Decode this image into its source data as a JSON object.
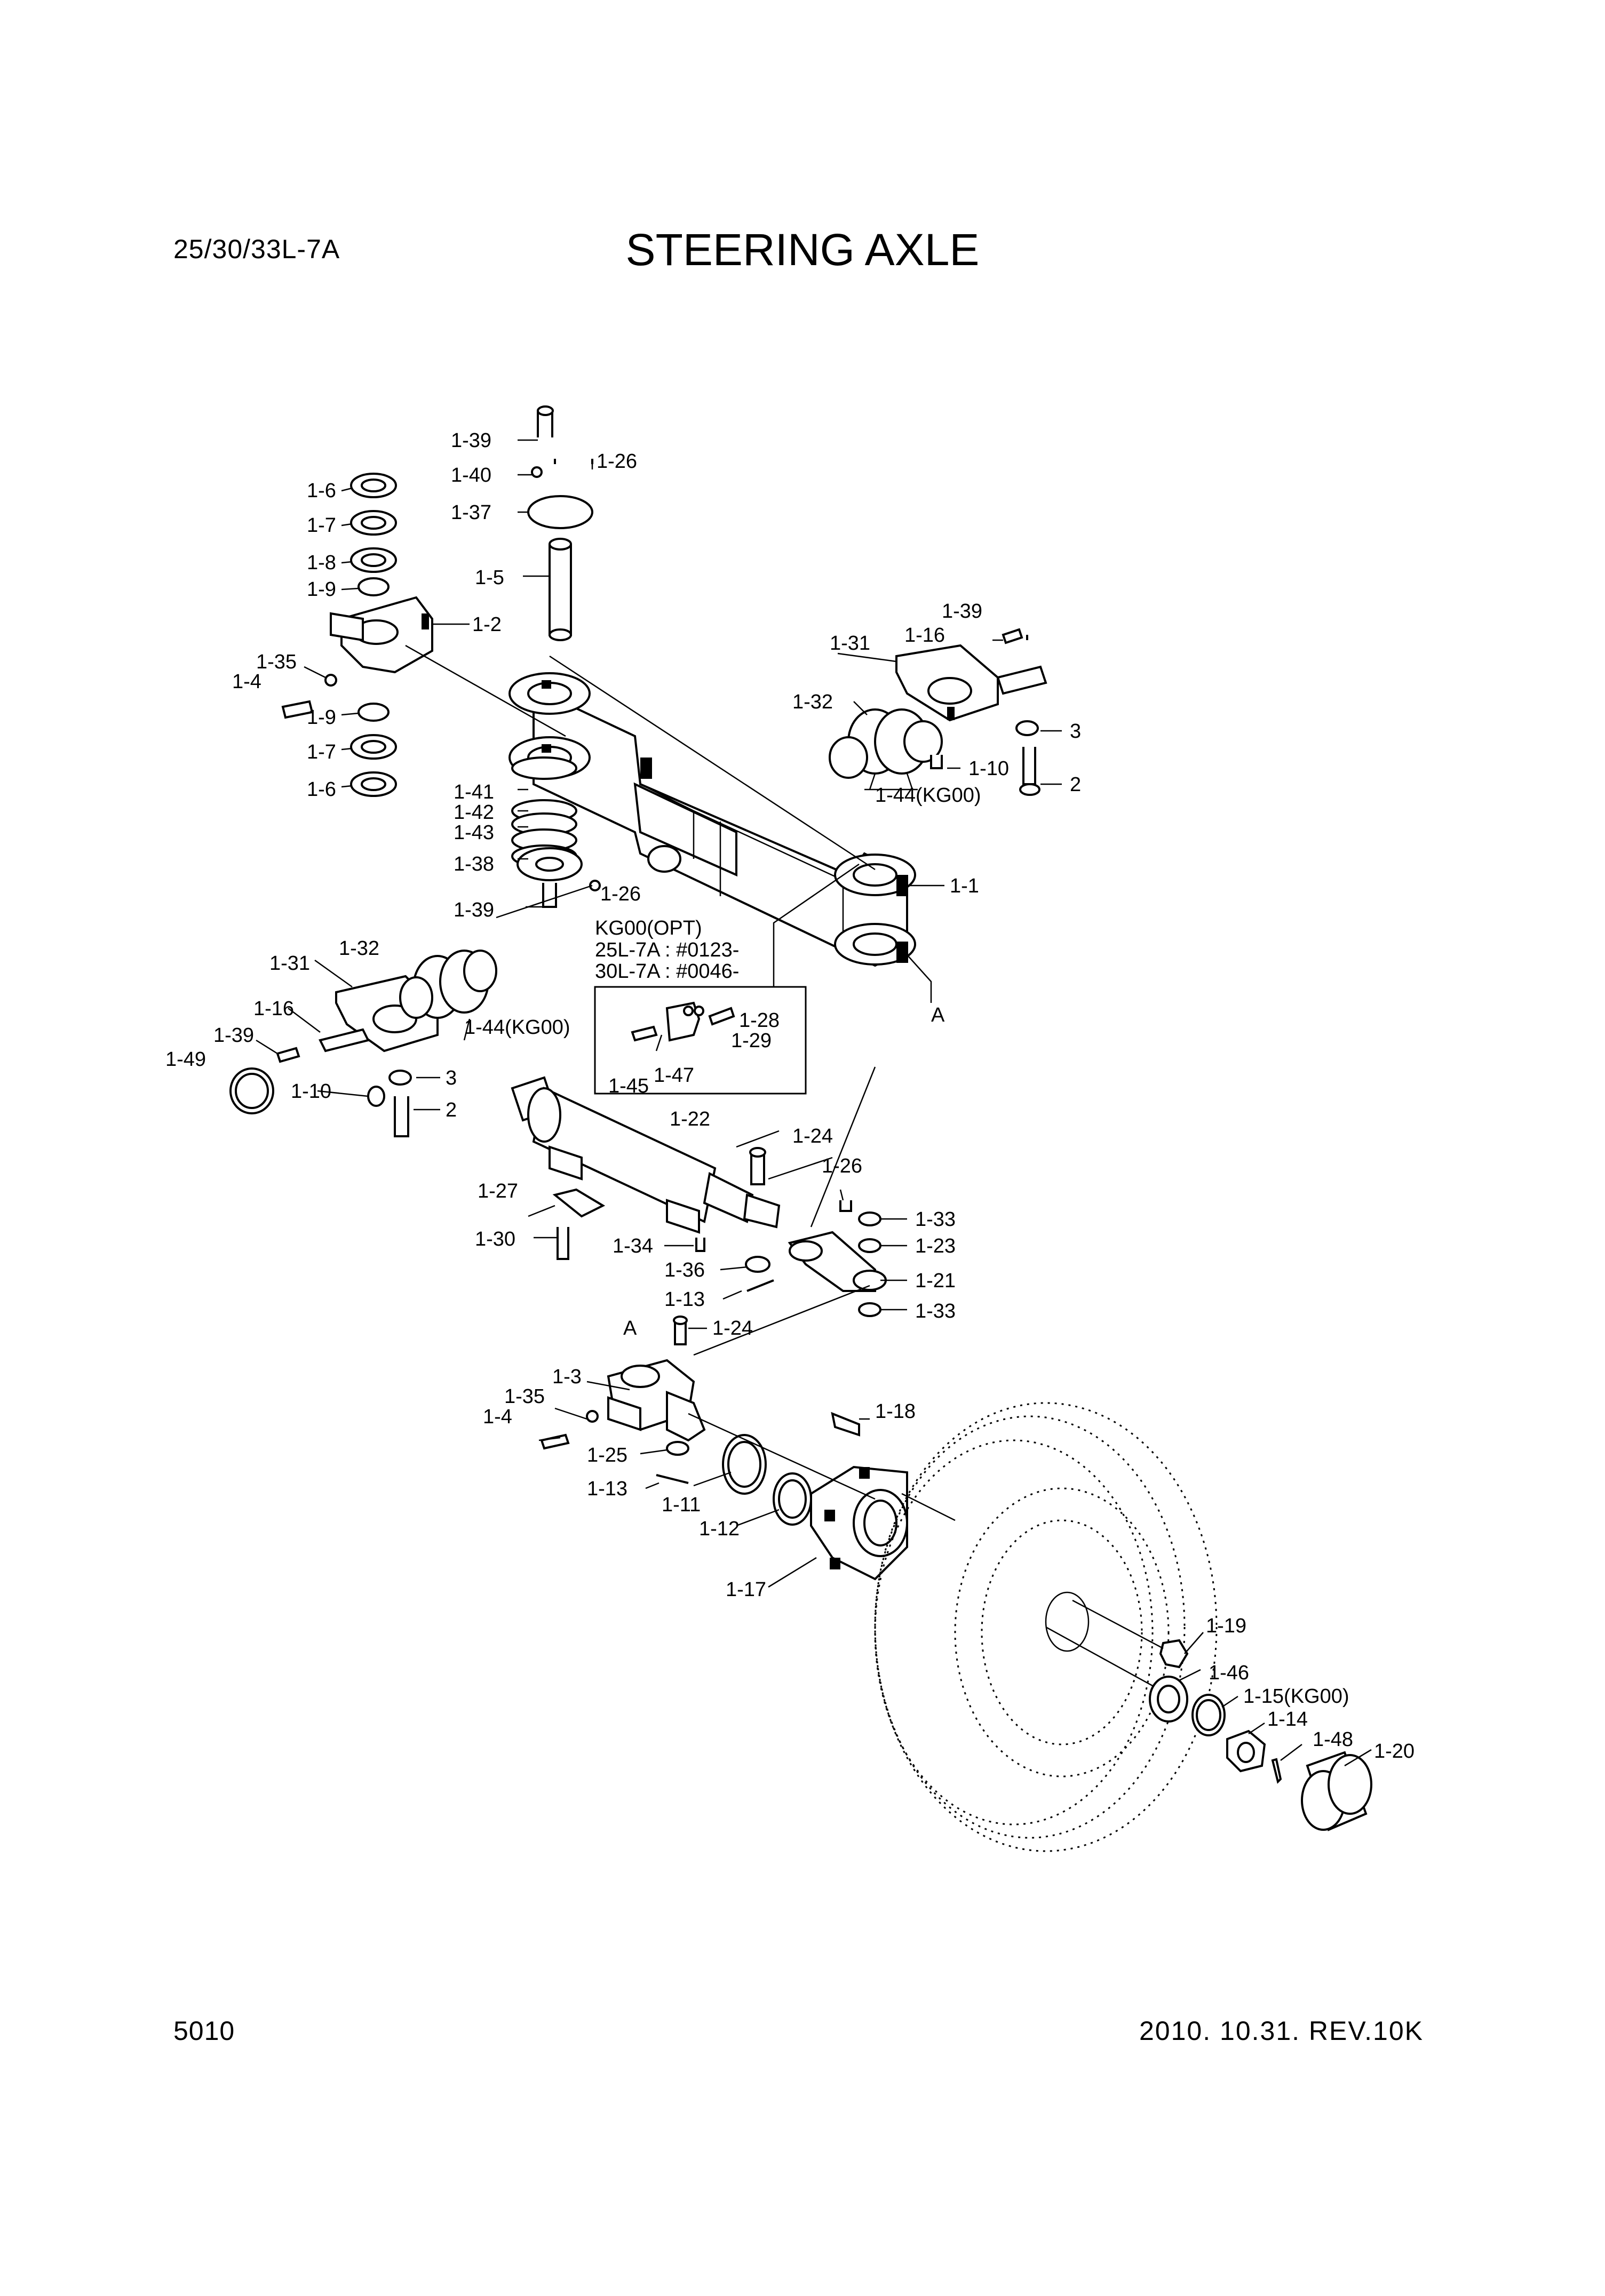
{
  "header": {
    "model": "25/30/33L-7A",
    "title": "STEERING AXLE"
  },
  "footer": {
    "page": "5010",
    "date_rev": "2010. 10.31.  REV.10K"
  },
  "note": {
    "l1": "KG00(OPT)",
    "l2": "25L-7A : #0123-",
    "l3": "30L-7A : #0046-"
  },
  "callouts": [
    "1-39",
    "1-40",
    "1-26",
    "1-37",
    "1-6",
    "1-7",
    "1-8",
    "1-9",
    "1-5",
    "1-2",
    "1-35",
    "1-4",
    "1-9",
    "1-7",
    "1-6",
    "1-41",
    "1-42",
    "1-43",
    "1-38",
    "1-39",
    "1-26",
    "1-39",
    "1-16",
    "1-31",
    "1-32",
    "3",
    "1-10",
    "2",
    "1-44(KG00)",
    "1-1",
    "1-32",
    "1-31",
    "1-16",
    "1-39",
    "1-49",
    "1-10",
    "3",
    "2",
    "1-44(KG00)",
    "A",
    "1-28",
    "1-29",
    "1-45",
    "1-47",
    "1-22",
    "1-24",
    "1-26",
    "1-27",
    "1-30",
    "1-34",
    "1-33",
    "1-23",
    "1-36",
    "1-21",
    "1-13",
    "1-33",
    "A",
    "1-24",
    "1-3",
    "1-35",
    "1-4",
    "1-18",
    "1-25",
    "1-13",
    "1-11",
    "1-12",
    "1-17",
    "1-19",
    "1-46",
    "1-15(KG00)",
    "1-14",
    "1-48",
    "1-20"
  ]
}
